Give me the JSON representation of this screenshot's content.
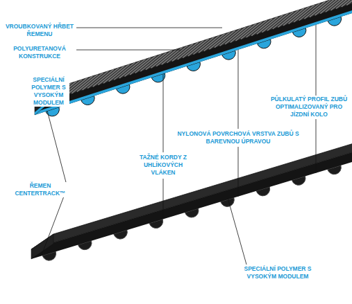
{
  "diagram": {
    "labels": [
      "VROUBKOVANÝ HŘBET ŘEMENU",
      "POLYURETANOVÁ KONSTRUKCE",
      "SPECIÁLNÍ POLYMER S VYSOKÝM MODULEM",
      "PŮLKULATÝ PROFIL ZUBŮ OPTIMALIZOVANÝ PRO JÍZDNÍ KOLO",
      "NYLONOVÁ POVRCHOVÁ VRSTVA ZUBŮ S BAREVNOU ÚPRAVOU",
      "TAŽNÉ KORDY Z UHLÍKOVÝCH VLÁKEN",
      "ŘEMEN CENTERTRACK™",
      "SPECIÁLNÍ POLYMER S VYSOKÝM MODULEM"
    ]
  }
}
